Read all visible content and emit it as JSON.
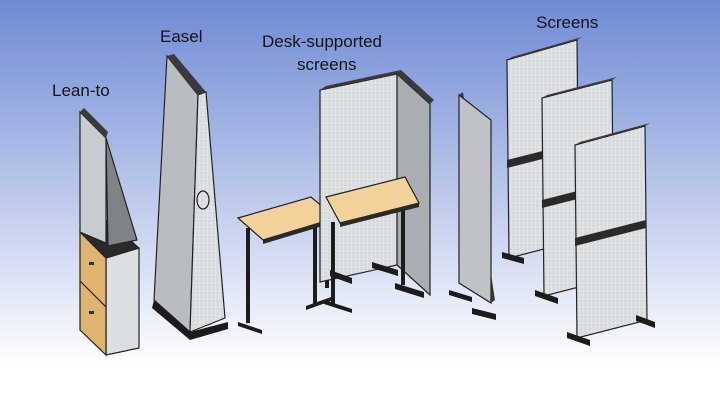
{
  "labels": {
    "lean_to": "Lean-to",
    "easel": "Easel",
    "desk_supported_line1": "Desk-supported",
    "desk_supported_line2": "screens",
    "screens": "Screens"
  },
  "colors": {
    "background_top": "#6f8ad4",
    "background_bottom": "#ffffff",
    "panel_face": "#d9dcdf",
    "panel_side": "#a9aeb3",
    "panel_dark": "#7e8388",
    "outline": "#222222",
    "desk_top": "#f2d29a",
    "cabinet_wood": "#e0b46e",
    "frame": "#1c1c1c"
  }
}
